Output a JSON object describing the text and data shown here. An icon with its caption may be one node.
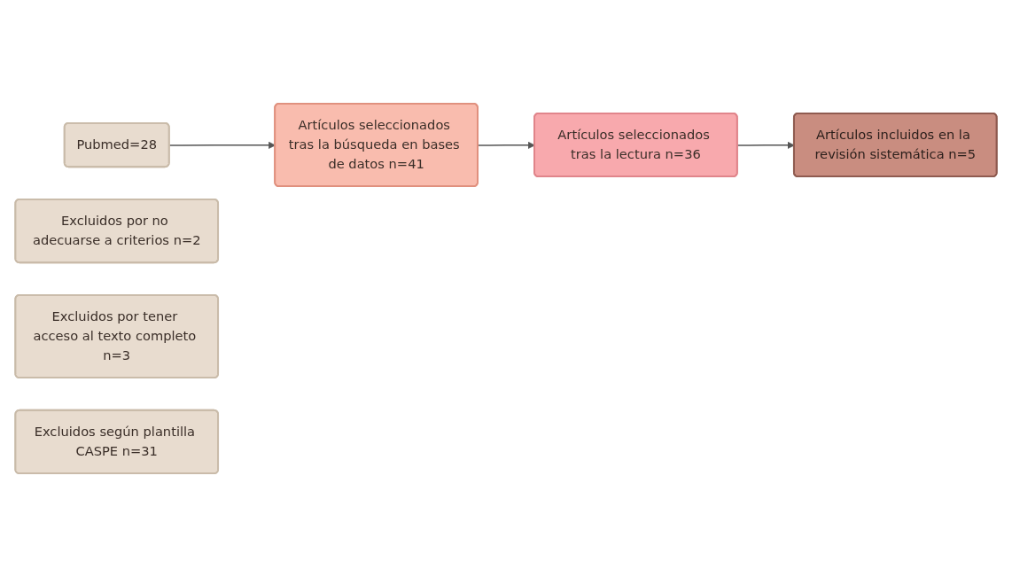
{
  "diagram": {
    "nodes": [
      {
        "text": [
          "Pubmed=28"
        ]
      },
      {
        "text": [
          "Artículos seleccionados tras la búsqueda en bases de datos n=41"
        ]
      },
      {
        "text": [
          "Excluidos por no adecuarse a criterios n=2"
        ]
      },
      {
        "text": [
          "Artículos seleccionados tras la lectura n=36"
        ]
      },
      {
        "text": [
          "Excluidos por tener acceso al texto completo n=3"
        ]
      },
      {
        "text": [
          "Excluidos según plantilla CASPE n=31"
        ]
      },
      {
        "text": [
          "Artículos incluidos en la revisión sistemática n=5"
        ]
      }
    ],
    "edges": [
      {
        "from": 0,
        "to": 1,
        "arrow": "to"
      },
      {
        "from": 1,
        "to": 3,
        "arrow": "to"
      },
      {
        "from": 3,
        "to": 6,
        "arrow": "to"
      }
    ]
  }
}
